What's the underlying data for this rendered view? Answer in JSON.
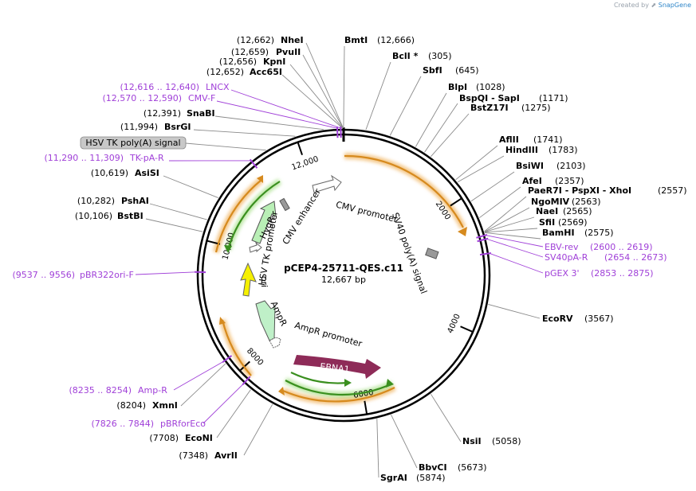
{
  "branding": {
    "created_by": "Created by",
    "product": "SnapGene"
  },
  "map": {
    "name": "pCEP4-25711-QES.c11",
    "length": "12,667 bp",
    "total_bp": 12667
  },
  "ticks": [
    {
      "bp": 2000,
      "label": "2000"
    },
    {
      "bp": 4000,
      "label": "4000"
    },
    {
      "bp": 6000,
      "label": "6000"
    },
    {
      "bp": 8000,
      "label": "8000"
    },
    {
      "bp": 10000,
      "label": "10,000"
    },
    {
      "bp": 12000,
      "label": "12,000"
    }
  ],
  "sites": [
    {
      "name": "NheI",
      "pos": "(12,662)",
      "bp": 12662
    },
    {
      "name": "PvuII",
      "pos": "(12,659)",
      "bp": 12659
    },
    {
      "name": "KpnI",
      "pos": "(12,656)",
      "bp": 12656
    },
    {
      "name": "Acc65I",
      "pos": "(12,652)",
      "bp": 12652
    },
    {
      "name": "BmtI",
      "pos": "(12,666)",
      "bp": 12666
    },
    {
      "name": "BclI *",
      "pos": "(305)",
      "bp": 305
    },
    {
      "name": "SbfI",
      "pos": "(645)",
      "bp": 645
    },
    {
      "name": "BlpI",
      "pos": "(1028)",
      "bp": 1028
    },
    {
      "name": "BspQI - SapI",
      "pos": "(1171)",
      "bp": 1171
    },
    {
      "name": "BstZ17I",
      "pos": "(1275)",
      "bp": 1275
    },
    {
      "name": "AflII",
      "pos": "(1741)",
      "bp": 1741
    },
    {
      "name": "HindIII",
      "pos": "(1783)",
      "bp": 1783
    },
    {
      "name": "BsiWI",
      "pos": "(2103)",
      "bp": 2103
    },
    {
      "name": "AfeI",
      "pos": "(2357)",
      "bp": 2357
    },
    {
      "name": "PaeR7I - PspXI - XhoI",
      "pos": "(2557)",
      "bp": 2557
    },
    {
      "name": "NgoMIV",
      "pos": "(2563)",
      "bp": 2563
    },
    {
      "name": "NaeI",
      "pos": "(2565)",
      "bp": 2565
    },
    {
      "name": "SfiI",
      "pos": "(2569)",
      "bp": 2569
    },
    {
      "name": "BamHI",
      "pos": "(2575)",
      "bp": 2575
    },
    {
      "name": "EcoRV",
      "pos": "(3567)",
      "bp": 3567
    },
    {
      "name": "NsiI",
      "pos": "(5058)",
      "bp": 5058
    },
    {
      "name": "BbvCI",
      "pos": "(5673)",
      "bp": 5673
    },
    {
      "name": "SgrAI",
      "pos": "(5874)",
      "bp": 5874
    },
    {
      "name": "AvrII",
      "pos": "(7348)",
      "bp": 7348
    },
    {
      "name": "EcoNI",
      "pos": "(7708)",
      "bp": 7708
    },
    {
      "name": "XmnI",
      "pos": "(8204)",
      "bp": 8204
    },
    {
      "name": "BstBI",
      "pos": "(10,106)",
      "bp": 10106
    },
    {
      "name": "PshAI",
      "pos": "(10,282)",
      "bp": 10282
    },
    {
      "name": "AsiSI",
      "pos": "(10,619)",
      "bp": 10619
    },
    {
      "name": "BsrGI",
      "pos": "(11,994)",
      "bp": 11994
    },
    {
      "name": "SnaBI",
      "pos": "(12,391)",
      "bp": 12391
    }
  ],
  "primers": [
    {
      "name": "LNCX",
      "range": "(12,616 .. 12,640)",
      "bp": 12628
    },
    {
      "name": "CMV-F",
      "range": "(12,570 .. 12,590)",
      "bp": 12580
    },
    {
      "name": "TK-pA-R",
      "range": "(11,290 .. 11,309)",
      "bp": 11300
    },
    {
      "name": "pBR322ori-F",
      "range": "(9537 .. 9556)",
      "bp": 9546
    },
    {
      "name": "Amp-R",
      "range": "(8235 .. 8254)",
      "bp": 8244
    },
    {
      "name": "pBRforEco",
      "range": "(7826 .. 7844)",
      "bp": 7835
    },
    {
      "name": "EBV-rev",
      "range": "(2600 .. 2619)",
      "bp": 2610
    },
    {
      "name": "SV40pA-R",
      "range": "(2654 .. 2673)",
      "bp": 2663
    },
    {
      "name": "pGEX 3'",
      "range": "(2853 .. 2875)",
      "bp": 2864
    }
  ],
  "features": {
    "hsv_tk_polya_badge": "HSV TK poly(A) signal",
    "cmv_enhancer": "CMV enhancer",
    "cmv_promoter": "CMV promoter",
    "sv40_polya": "SV40 poly(A) signal",
    "hygr": "HygR",
    "hsv_tk_promoter": "HSV TK promoter",
    "ori": "ori",
    "ampr": "AmpR",
    "ampr_promoter": "AmpR promoter",
    "ebna1": "EBNA1"
  },
  "colors": {
    "backbone": "#000000",
    "orange_arc": "#d68a1e",
    "green_arc": "#3a8f1f",
    "primer": "#a040d8",
    "ebna1": "#8e2b58",
    "ori": "#f5f000",
    "ampr": "#bff0c8",
    "badge_bg": "#c8c8c8"
  }
}
